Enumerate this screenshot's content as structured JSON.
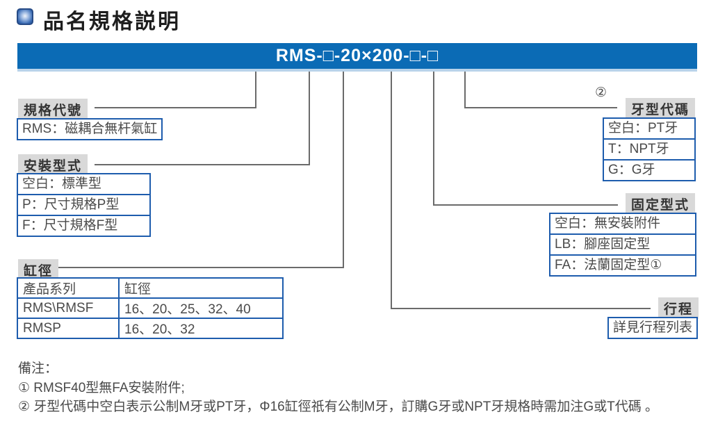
{
  "page": {
    "title": "品名規格説明"
  },
  "banner": {
    "model": "RMS-□-20×200-□-□"
  },
  "callouts": {
    "spec_code": {
      "label": "規格代號",
      "rows": [
        "RMS：磁耦合無杆氣缸"
      ]
    },
    "mounting_type": {
      "label": "安裝型式",
      "rows": [
        "空白：標準型",
        "P：尺寸規格P型",
        "F：尺寸規格F型"
      ]
    },
    "bore": {
      "label": "缸徑",
      "table": {
        "headers": [
          "產品系列",
          "缸徑"
        ],
        "rows": [
          [
            "RMS\\RMSF",
            "16、20、25、32、40"
          ],
          [
            "RMSP",
            "16、20、32"
          ]
        ]
      }
    },
    "thread_code": {
      "superscript": "②",
      "label": "牙型代碼",
      "rows": [
        "空白：PT牙",
        "T：NPT牙",
        "G：G牙"
      ]
    },
    "fixing_type": {
      "label": "固定型式",
      "rows": [
        "空白：無安裝附件",
        "LB：腳座固定型",
        "FA：法蘭固定型①"
      ]
    },
    "stroke": {
      "label": "行程",
      "rows": [
        "詳見行程列表"
      ]
    }
  },
  "notes": {
    "heading": "備注：",
    "items": [
      "① RMSF40型無FA安裝附件;",
      "② 牙型代碼中空白表示公制M牙或PT牙，Φ16缸徑祇有公制M牙，訂購G牙或NPT牙規格時需加注G或T代碼 。"
    ]
  },
  "colors": {
    "banner_blue": "#0b6bb5",
    "banner_strip": "#b9d3ea",
    "box_border_blue": "#1d5cad",
    "label_bg_gray": "#d9d9d9",
    "line_gray": "#6a6a6a",
    "text_gray": "#4a4a4a"
  }
}
